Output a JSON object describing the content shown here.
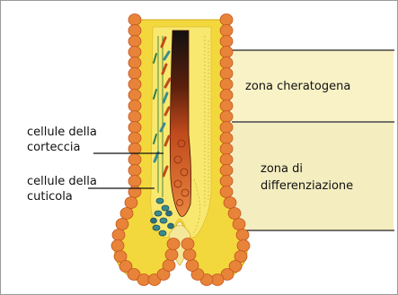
{
  "labels": {
    "cortex": [
      "cellule della",
      "corteccia"
    ],
    "cuticle": [
      "cellule della",
      "cuticola"
    ]
  },
  "zones": {
    "keratogenous": "zona cheratogena",
    "differentiation": [
      "zona di",
      "differenziazione"
    ]
  },
  "colors": {
    "zone_fill": "#f8f2c6",
    "follicle_bead": "#e8833a",
    "follicle_bead_edge": "#c4561c",
    "inner_sheath": "#f1dc45",
    "hair_shaft_top": "#1a1a1a",
    "hair_shaft_mid": "#b9441a",
    "hair_shaft_bottom": "#e8843e"
  }
}
